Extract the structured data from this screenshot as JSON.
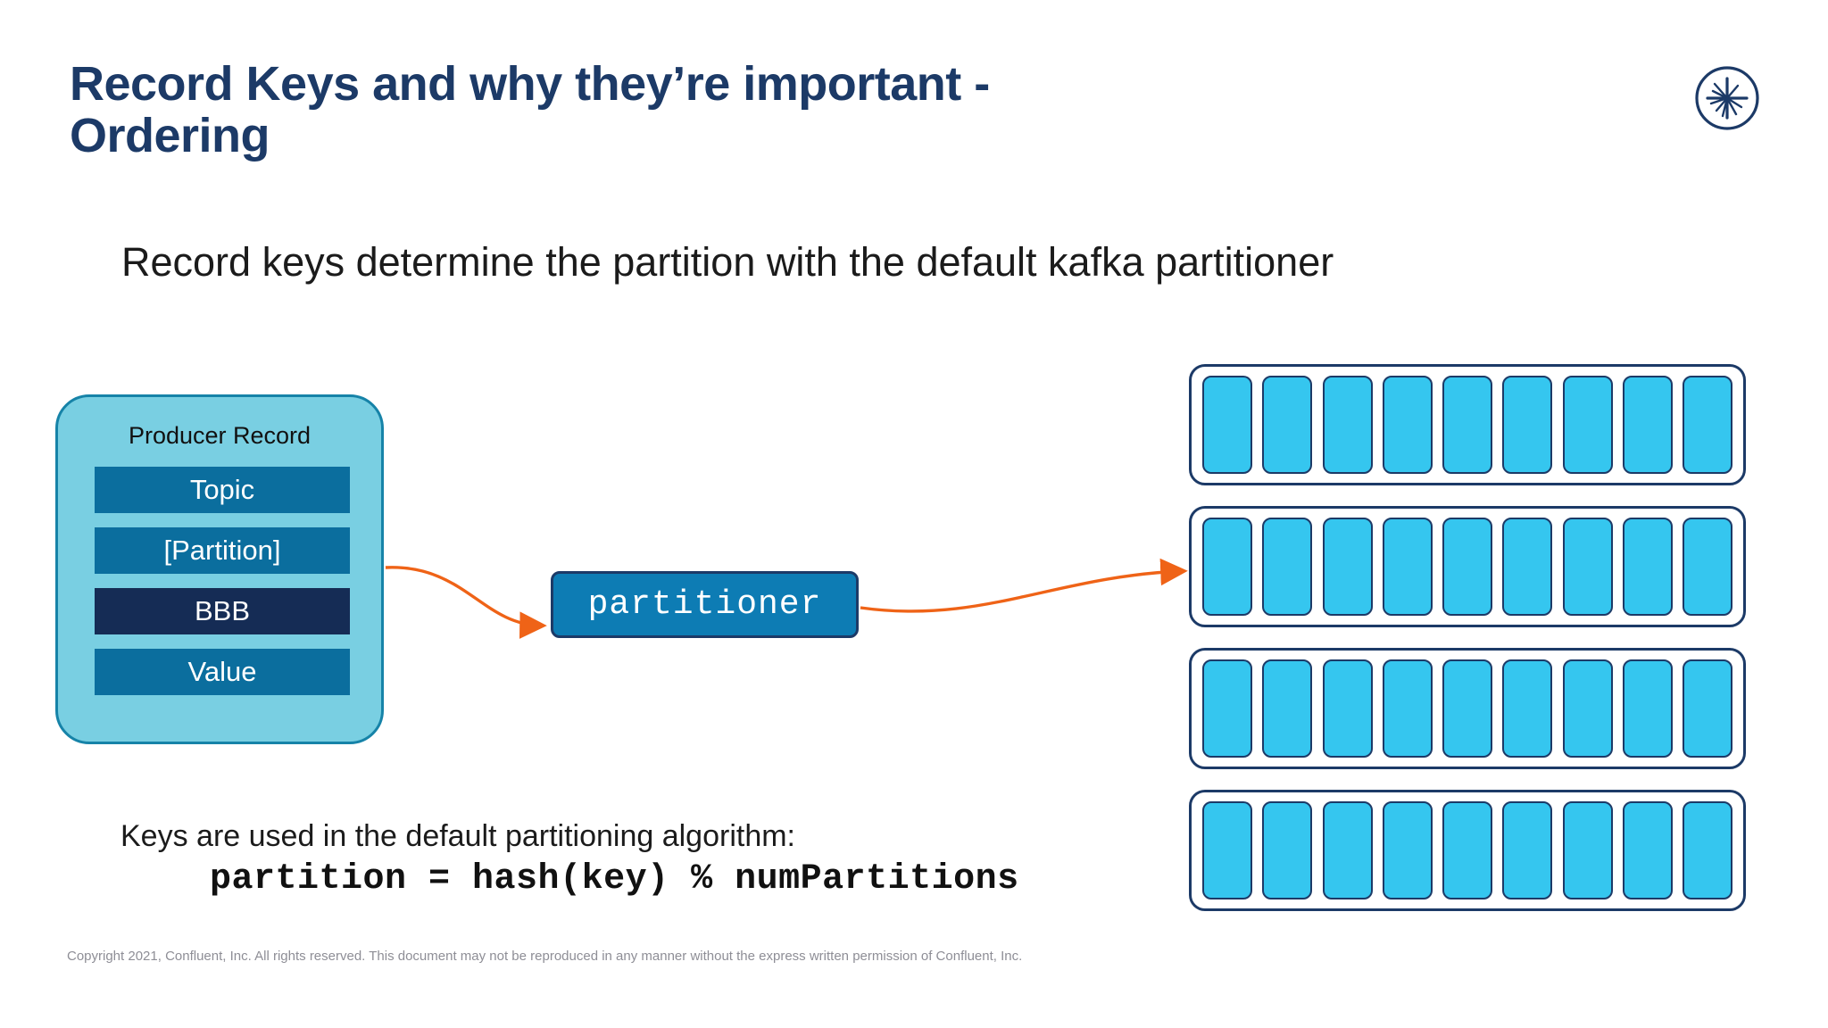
{
  "slide": {
    "title": "Record Keys and why they’re important - Ordering",
    "subtitle": "Record keys determine the partition with the default kafka partitioner",
    "logo_name": "confluent-logo",
    "copyright": "Copyright 2021, Confluent, Inc. All rights reserved. This document may not be reproduced in any manner without the express written permission of Confluent, Inc."
  },
  "producer_record": {
    "title": "Producer Record",
    "rows": [
      {
        "label": "Topic",
        "highlight": false
      },
      {
        "label": "[Partition]",
        "highlight": false
      },
      {
        "label": "BBB",
        "highlight": true
      },
      {
        "label": "Value",
        "highlight": false
      }
    ]
  },
  "partitioner": {
    "label": "partitioner"
  },
  "partitions": {
    "row_count": 4,
    "cells_per_row": 9,
    "target_row_index": 1
  },
  "algorithm": {
    "label": "Keys are used in the default partitioning algorithm:",
    "formula": "partition = hash(key) % numPartitions"
  },
  "colors": {
    "title_navy": "#1c3a67",
    "card_fill": "#79cfe2",
    "card_border": "#1683a8",
    "row_fill": "#0b6e9e",
    "row_highlight": "#152c55",
    "partitioner_fill": "#0d7cb4",
    "partitioner_border": "#1c3a67",
    "cell_fill": "#35c6ef",
    "cell_border": "#1c3a67",
    "arrow": "#ef6317",
    "footer_gray": "#8e8e96"
  }
}
